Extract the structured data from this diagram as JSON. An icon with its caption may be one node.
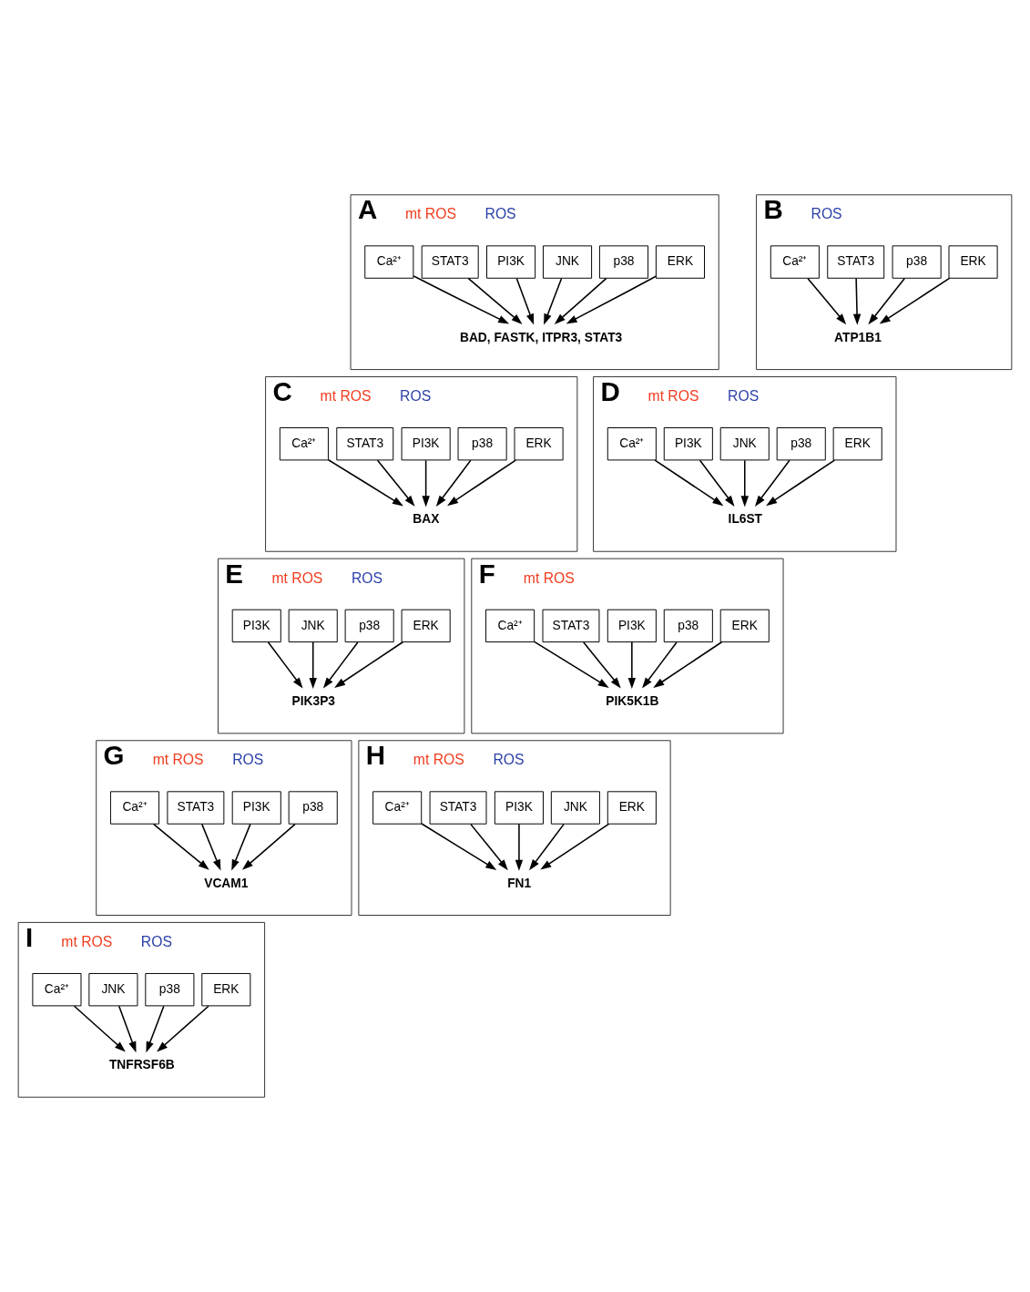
{
  "diagram": {
    "nodes": [
      {
        "text": [
          "A",
          "mt ROS",
          "ROS"
        ]
      },
      {
        "text": [
          "ERK"
        ],
        "in": 0
      },
      {
        "text": [
          "p38"
        ],
        "in": 0
      },
      {
        "text": [
          "JNK"
        ],
        "in": 0
      },
      {
        "text": [
          "PI3K"
        ],
        "in": 0
      },
      {
        "text": [
          "STAT3"
        ],
        "in": 0
      },
      {
        "text": [
          "Ca²⁺"
        ],
        "in": 0
      },
      {
        "text": [
          "BAD, FASTK, ITPR3, STAT3"
        ],
        "in": 0
      },
      {
        "text": [
          "B",
          "ROS"
        ]
      },
      {
        "text": [
          "ERK"
        ],
        "in": 8
      },
      {
        "text": [
          "p38"
        ],
        "in": 8
      },
      {
        "text": [
          "STAT3"
        ],
        "in": 8
      },
      {
        "text": [
          "Ca²⁺"
        ],
        "in": 8
      },
      {
        "text": [
          "ATP1B1"
        ],
        "in": 8
      },
      {
        "text": [
          "C",
          "mt ROS",
          "ROS"
        ]
      },
      {
        "text": [
          "ERK"
        ],
        "in": 14
      },
      {
        "text": [
          "p38"
        ],
        "in": 14
      },
      {
        "text": [
          "PI3K"
        ],
        "in": 14
      },
      {
        "text": [
          "STAT3"
        ],
        "in": 14
      },
      {
        "text": [
          "Ca²⁺"
        ],
        "in": 14
      },
      {
        "text": [
          "BAX"
        ],
        "in": 14
      },
      {
        "text": [
          "D",
          "mt ROS",
          "ROS"
        ]
      },
      {
        "text": [
          "ERK"
        ],
        "in": 21
      },
      {
        "text": [
          "p38"
        ],
        "in": 21
      },
      {
        "text": [
          "JNK"
        ],
        "in": 21
      },
      {
        "text": [
          "PI3K"
        ],
        "in": 21
      },
      {
        "text": [
          "Ca²⁺"
        ],
        "in": 21
      },
      {
        "text": [
          "IL6ST"
        ],
        "in": 21
      },
      {
        "text": [
          "E",
          "mt ROS",
          "ROS"
        ]
      },
      {
        "text": [
          "ERK"
        ],
        "in": 28
      },
      {
        "text": [
          "p38"
        ],
        "in": 28
      },
      {
        "text": [
          "JNK"
        ],
        "in": 28
      },
      {
        "text": [
          "PI3K"
        ],
        "in": 28
      },
      {
        "text": [
          "PIK3P3"
        ],
        "in": 28
      },
      {
        "text": [
          "F",
          "mt ROS"
        ]
      },
      {
        "text": [
          "ERK"
        ],
        "in": 34
      },
      {
        "text": [
          "p38"
        ],
        "in": 34
      },
      {
        "text": [
          "PI3K"
        ],
        "in": 34
      },
      {
        "text": [
          "STAT3"
        ],
        "in": 34
      },
      {
        "text": [
          "Ca²⁺"
        ],
        "in": 34
      },
      {
        "text": [
          "PIK5K1B"
        ],
        "in": 34
      },
      {
        "text": [
          "G",
          "mt ROS",
          "ROS"
        ]
      },
      {
        "text": [
          "p38"
        ],
        "in": 41
      },
      {
        "text": [
          "PI3K"
        ],
        "in": 41
      },
      {
        "text": [
          "STAT3"
        ],
        "in": 41
      },
      {
        "text": [
          "Ca²⁺"
        ],
        "in": 41
      },
      {
        "text": [
          "VCAM1"
        ],
        "in": 41
      },
      {
        "text": [
          "H",
          "mt ROS",
          "ROS"
        ]
      },
      {
        "text": [
          "ERK"
        ],
        "in": 47
      },
      {
        "text": [
          "JNK"
        ],
        "in": 47
      },
      {
        "text": [
          "PI3K"
        ],
        "in": 47
      },
      {
        "text": [
          "STAT3"
        ],
        "in": 47
      },
      {
        "text": [
          "Ca²⁺"
        ],
        "in": 47
      },
      {
        "text": [
          "FN1"
        ],
        "in": 47
      },
      {
        "text": [
          "I",
          "mt ROS",
          "ROS"
        ]
      },
      {
        "text": [
          "ERK"
        ],
        "in": 54
      },
      {
        "text": [
          "p38"
        ],
        "in": 54
      },
      {
        "text": [
          "JNK"
        ],
        "in": 54
      },
      {
        "text": [
          "Ca²⁺"
        ],
        "in": 54
      },
      {
        "text": [
          "TNFRSF6B"
        ],
        "in": 54
      }
    ],
    "edges": [
      {
        "from": 1,
        "to": 7,
        "arrow": "to"
      },
      {
        "from": 2,
        "to": 7,
        "arrow": "to"
      },
      {
        "from": 3,
        "to": 7,
        "arrow": "to"
      },
      {
        "from": 4,
        "to": 7,
        "arrow": "to"
      },
      {
        "from": 5,
        "to": 7,
        "arrow": "to"
      },
      {
        "from": 6,
        "to": 7,
        "arrow": "to"
      },
      {
        "from": 9,
        "to": 13,
        "arrow": "to"
      },
      {
        "from": 10,
        "to": 13,
        "arrow": "to"
      },
      {
        "from": 11,
        "to": 13,
        "arrow": "to"
      },
      {
        "from": 12,
        "to": 13,
        "arrow": "to"
      },
      {
        "from": 15,
        "to": 20,
        "arrow": "to"
      },
      {
        "from": 16,
        "to": 20,
        "arrow": "to"
      },
      {
        "from": 17,
        "to": 20,
        "arrow": "to"
      },
      {
        "from": 18,
        "to": 20,
        "arrow": "to"
      },
      {
        "from": 19,
        "to": 20,
        "arrow": "to"
      },
      {
        "from": 22,
        "to": 27,
        "arrow": "to"
      },
      {
        "from": 23,
        "to": 27,
        "arrow": "to"
      },
      {
        "from": 24,
        "to": 27,
        "arrow": "to"
      },
      {
        "from": 25,
        "to": 27,
        "arrow": "to"
      },
      {
        "from": 26,
        "to": 27,
        "arrow": "to"
      },
      {
        "from": 29,
        "to": 33,
        "arrow": "to"
      },
      {
        "from": 30,
        "to": 33,
        "arrow": "to"
      },
      {
        "from": 31,
        "to": 33,
        "arrow": "to"
      },
      {
        "from": 32,
        "to": 33,
        "arrow": "to"
      },
      {
        "from": 35,
        "to": 40,
        "arrow": "to"
      },
      {
        "from": 36,
        "to": 40,
        "arrow": "to"
      },
      {
        "from": 37,
        "to": 40,
        "arrow": "to"
      },
      {
        "from": 38,
        "to": 40,
        "arrow": "to"
      },
      {
        "from": 39,
        "to": 40,
        "arrow": "to"
      },
      {
        "from": 42,
        "to": 46,
        "arrow": "to"
      },
      {
        "from": 43,
        "to": 46,
        "arrow": "to"
      },
      {
        "from": 44,
        "to": 46,
        "arrow": "to"
      },
      {
        "from": 45,
        "to": 46,
        "arrow": "to"
      },
      {
        "from": 48,
        "to": 53,
        "arrow": "to"
      },
      {
        "from": 49,
        "to": 53,
        "arrow": "to"
      },
      {
        "from": 50,
        "to": 53,
        "arrow": "to"
      },
      {
        "from": 51,
        "to": 53,
        "arrow": "to"
      },
      {
        "from": 52,
        "to": 53,
        "arrow": "to"
      },
      {
        "from": 55,
        "to": 59,
        "arrow": "to"
      },
      {
        "from": 56,
        "to": 59,
        "arrow": "to"
      },
      {
        "from": 57,
        "to": 59,
        "arrow": "to"
      },
      {
        "from": 58,
        "to": 59,
        "arrow": "to"
      }
    ]
  }
}
